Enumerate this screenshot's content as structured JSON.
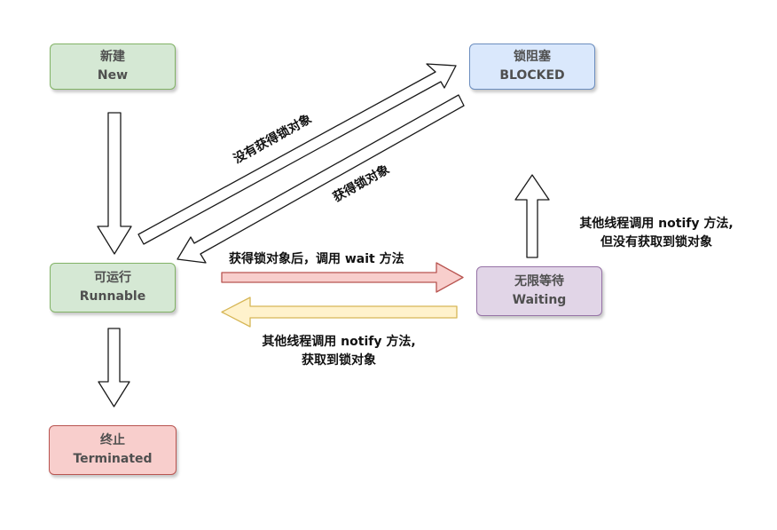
{
  "states": {
    "new": {
      "zh": "新建",
      "en": "New",
      "fill": "#d5e8d4",
      "border": "#82b366"
    },
    "blocked": {
      "zh": "锁阻塞",
      "en": "BLOCKED",
      "fill": "#dae8fc",
      "border": "#6c8ebf"
    },
    "runnable": {
      "zh": "可运行",
      "en": "Runnable",
      "fill": "#d5e8d4",
      "border": "#82b366"
    },
    "waiting": {
      "zh": "无限等待",
      "en": "Waiting",
      "fill": "#e1d5e7",
      "border": "#9673a6"
    },
    "terminated": {
      "zh": "终止",
      "en": "Terminated",
      "fill": "#f8cecc",
      "border": "#b85450"
    }
  },
  "transitions": {
    "runnable_to_blocked": "没有获得锁对象",
    "blocked_to_runnable": "获得锁对象",
    "runnable_to_waiting": "获得锁对象后，调用 wait 方法",
    "waiting_to_runnable_line1": "其他线程调用 notify 方法,",
    "waiting_to_runnable_line2": "获取到锁对象",
    "waiting_to_blocked_line1": "其他线程调用 notify 方法,",
    "waiting_to_blocked_line2": "但没有获取到锁对象"
  },
  "colors": {
    "arrow_outline": "#1a1a1a",
    "arrow_red_fill": "#f8cecc",
    "arrow_red_stroke": "#b85450",
    "arrow_yellow_fill": "#fff2cc",
    "arrow_yellow_stroke": "#d6b656"
  }
}
